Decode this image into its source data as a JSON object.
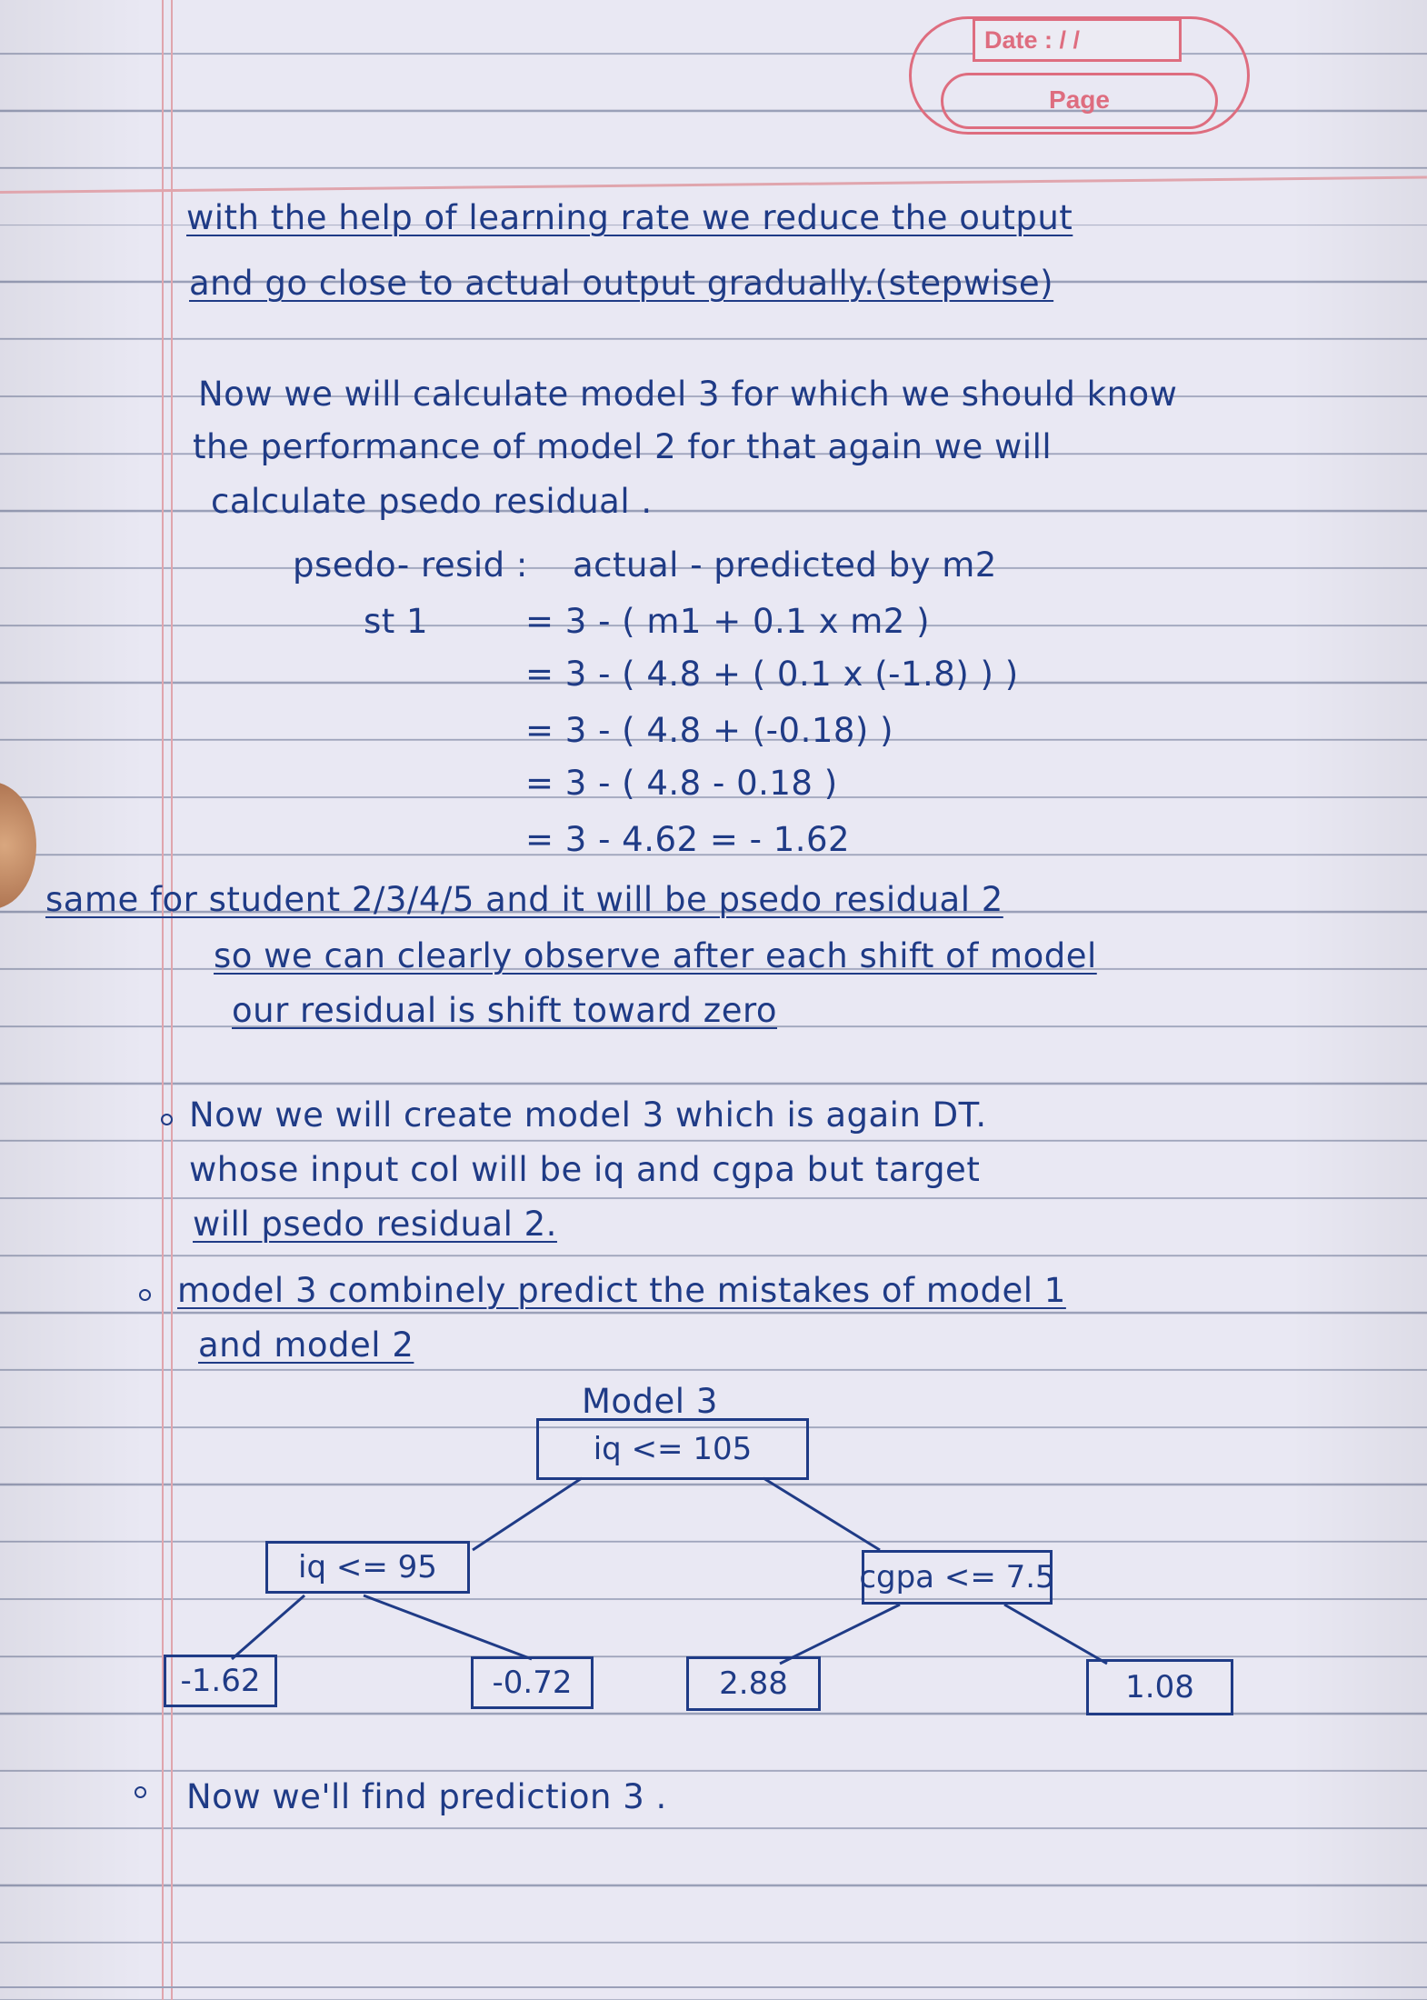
{
  "stamp": {
    "date_label": "Date :  / /",
    "page_label": "Page"
  },
  "notes": {
    "line1": "with the help of learning rate we reduce the output",
    "line2": "and go close to actual output gradually.(stepwise)",
    "para2_line1": "Now we will calculate model 3 for which we should know",
    "para2_line2": "the performance of model 2 for that again we will",
    "para2_line3": "calculate psedo residual .",
    "formula_label": "psedo- resid :",
    "formula_def": "actual - predicted by m2",
    "st_label": "st 1",
    "eq1": "= 3 - ( m1 + 0.1 x m2 )",
    "eq2": "= 3 - ( 4.8 + ( 0.1 x (-1.8) ) )",
    "eq3": "= 3 - ( 4.8 + (-0.18) )",
    "eq4": "= 3 - ( 4.8 - 0.18 )",
    "eq5": "= 3 - 4.62  =  - 1.62",
    "same_line": "same for student 2/3/4/5  and it will be psedo residual 2",
    "observe_line1": "so we can clearly observe after each shift of model",
    "observe_line2": "our residual is shift toward zero",
    "bullet1_line1": "Now we will create model 3 which is again DT.",
    "bullet1_line2": "whose input col will be iq and cgpa but target",
    "bullet1_line3": "will psedo residual 2.",
    "bullet2_line1": "model 3 combinely predict the mistakes of model 1",
    "bullet2_line2": "and model 2",
    "bullet3": "Now we'll find prediction 3 ."
  },
  "tree": {
    "title": "Model 3",
    "root": "iq <= 105",
    "left": "iq <= 95",
    "right": "cgpa <= 7.5",
    "leaves": [
      "-1.62",
      "-0.72",
      "2.88",
      "1.08"
    ]
  },
  "colors": {
    "ink": "#1f3b86",
    "margin_red": "#e0a5ad",
    "stamp_red": "#de6d7f"
  }
}
